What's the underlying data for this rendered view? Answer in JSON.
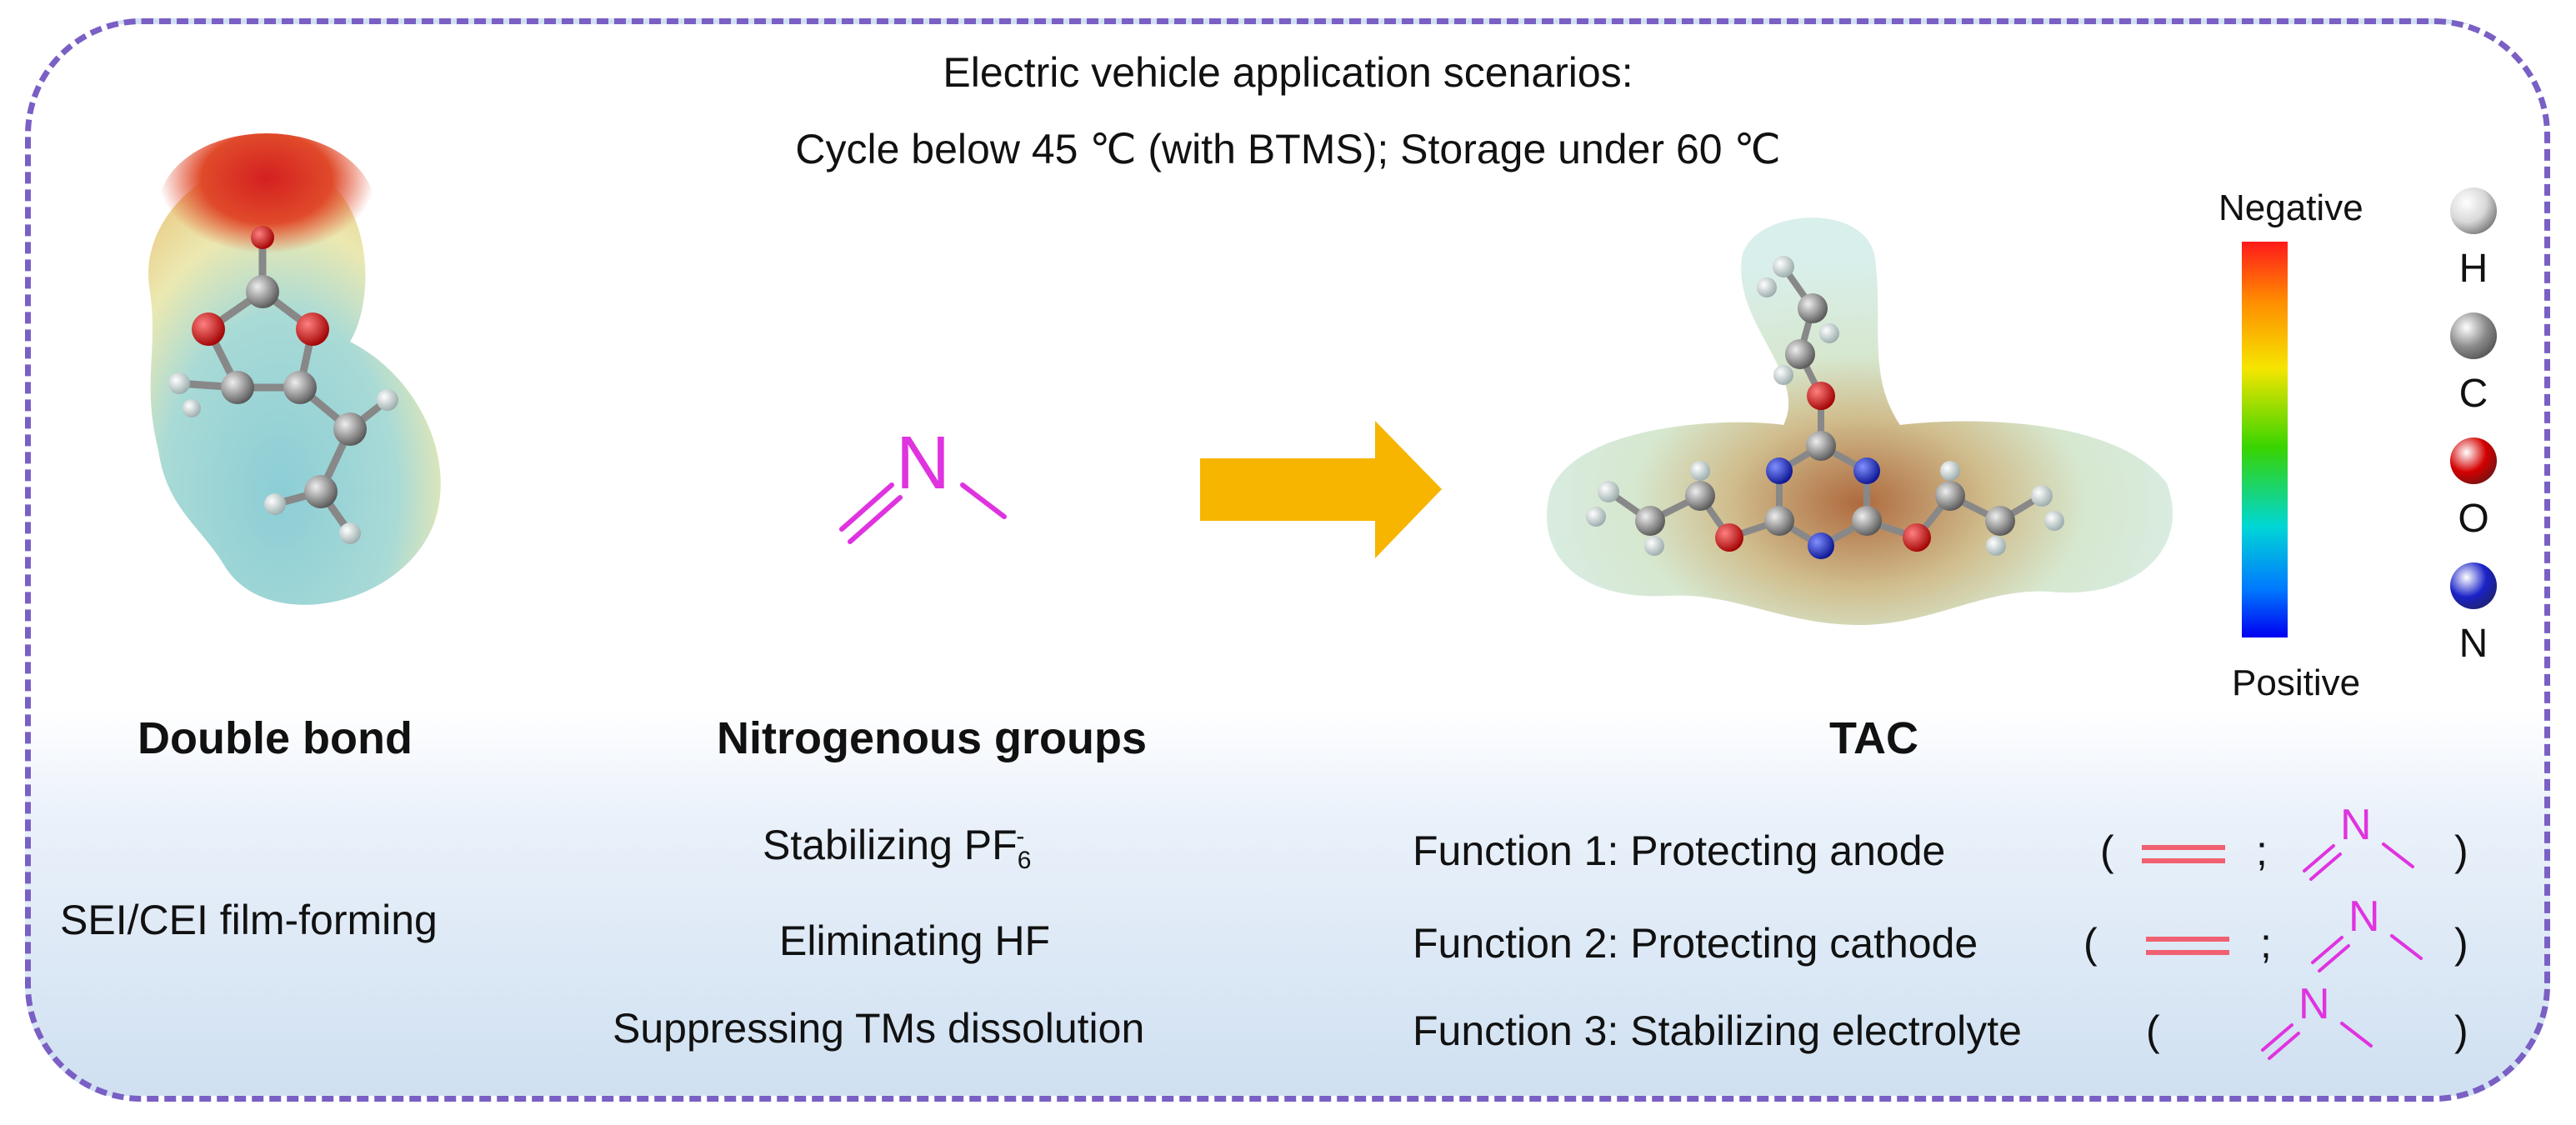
{
  "header": {
    "line1": "Electric vehicle application scenarios:",
    "line2": "Cycle below 45 ℃ (with  BTMS); Storage under 60 ℃"
  },
  "molecules": {
    "left_label": "Double bond",
    "middle_label": "Nitrogenous groups",
    "right_label": "TAC",
    "nitrogen_symbol": "N"
  },
  "left_function": "SEI/CEI film-forming",
  "middle_functions": {
    "stab_prefix": "Stabilizing PF",
    "stab_sub": "6",
    "stab_sup": "-",
    "elim": "Eliminating HF",
    "supp": "Suppressing TMs dissolution"
  },
  "functions": [
    {
      "text": "Function 1: Protecting anode",
      "open": "(",
      "sep": ";",
      "close": ")"
    },
    {
      "text": "Function 2: Protecting cathode",
      "open": "(",
      "sep": ";",
      "close": ")"
    },
    {
      "text": "Function 3: Stabilizing electrolyte",
      "open": "(",
      "close": ")"
    }
  ],
  "colorbar": {
    "top": "Negative",
    "bottom": "Positive"
  },
  "atom_legend": [
    {
      "symbol": "H",
      "color": "#d8d8d8"
    },
    {
      "symbol": "C",
      "color": "#8c8c8c"
    },
    {
      "symbol": "O",
      "color": "#d40000"
    },
    {
      "symbol": "N",
      "color": "#1a22c8"
    }
  ],
  "colors": {
    "frame": "#7a5fc4",
    "nitrogen_group": "#e033e0",
    "double_bond": "#f06070",
    "arrow": "#f7b500"
  }
}
